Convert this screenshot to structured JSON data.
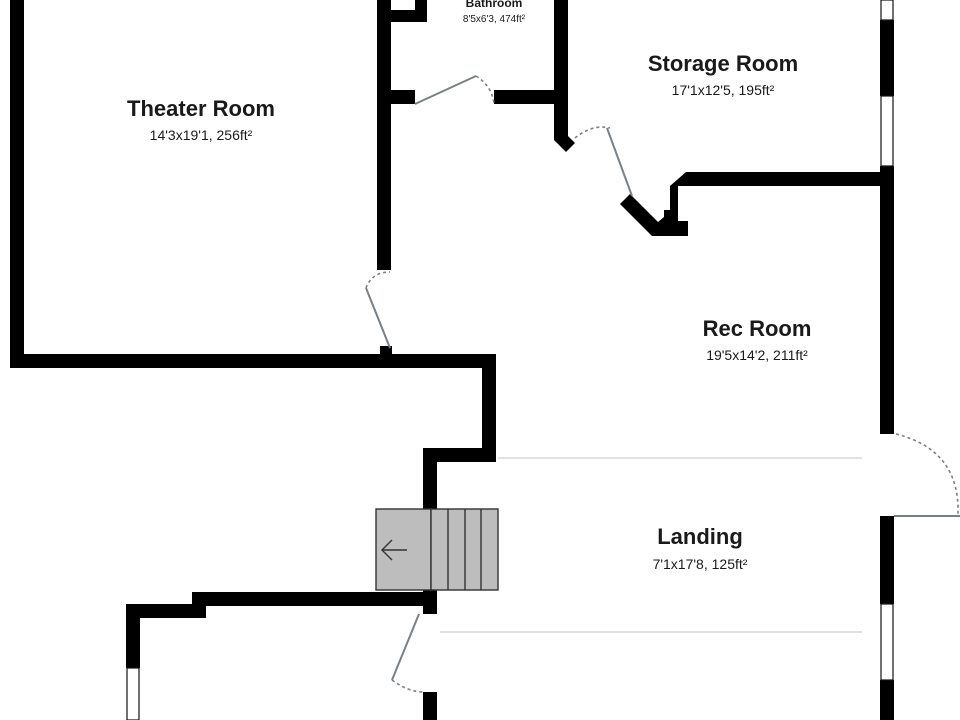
{
  "rooms": {
    "bathroom": {
      "name": "Bathroom",
      "dims": "8'5x6'3, 474ft²"
    },
    "storage": {
      "name": "Storage Room",
      "dims": "17'1x12'5, 195ft²"
    },
    "theater": {
      "name": "Theater Room",
      "dims": "14'3x19'1, 256ft²"
    },
    "rec": {
      "name": "Rec Room",
      "dims": "19'5x14'2, 211ft²"
    },
    "landing": {
      "name": "Landing",
      "dims": "7'1x17'8, 125ft²"
    }
  },
  "icons": {
    "stair_direction": "arrow-left-icon"
  },
  "colors": {
    "wall": "#000000",
    "door": "#7a8088",
    "stairs": "#bdbdbd"
  }
}
